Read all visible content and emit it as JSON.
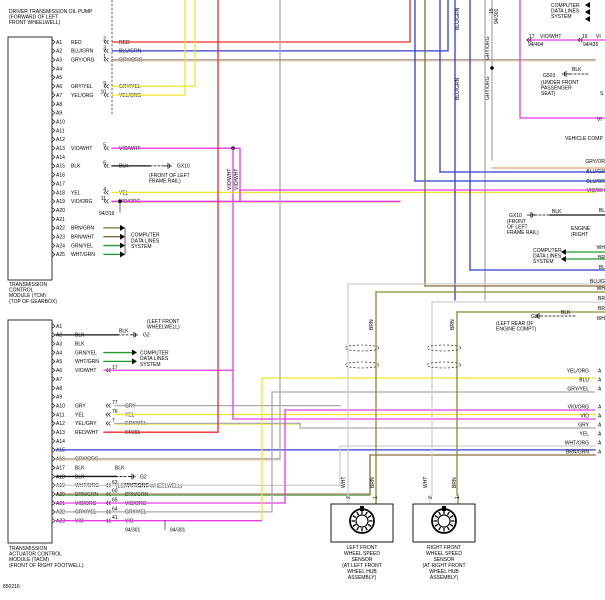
{
  "colors": {
    "RED": "#ef2a2a",
    "BLU": "#2f3fcf",
    "GRY": "#a9a9a9",
    "YEL": "#f2e52a",
    "VIO": "#e33ee3",
    "WHT": "#cfcfcf",
    "GRN": "#1e9a2c",
    "BRN": "#8a6a3a",
    "BLK": "#111111",
    "ORG": "#e4a36a",
    "OLIVE": "#8c8a2e"
  },
  "pump": [
    "DRIVER TRANSMISSION OIL PUMP",
    "(FORWARD OF LEFT",
    "FRONT WHEELWELL)"
  ],
  "tcm": {
    "label": [
      "TRANSMISSION",
      "CONTROL",
      "MODULE (TCM)",
      "(TOP OF GEARBOX)"
    ],
    "pins": [
      "A1",
      "A2",
      "A3",
      "A4",
      "A5",
      "A6",
      "A7",
      "A8",
      "A9",
      "A10",
      "A11",
      "A12",
      "A13",
      "A14",
      "A15",
      "A16",
      "A17",
      "A18",
      "A19",
      "A20",
      "A21",
      "A22",
      "A23",
      "A24",
      "A25"
    ],
    "wires": [
      {
        "pin": 0,
        "name": "RED",
        "num": "2",
        "color": "RED"
      },
      {
        "pin": 1,
        "name": "BLU/GRN",
        "num": "3",
        "color": "BLU"
      },
      {
        "pin": 2,
        "name": "GRY/ORG",
        "num": "1",
        "color": "GRY"
      },
      {
        "pin": 5,
        "name": "GRY/YEL",
        "num": "9",
        "color": "YEL"
      },
      {
        "pin": 6,
        "name": "YEL/ORG",
        "num": "10",
        "color": "YEL"
      },
      {
        "pin": 12,
        "name": "VIO/WHT",
        "num": "5",
        "color": "VIO"
      },
      {
        "pin": 14,
        "name": "BLK",
        "num": "6",
        "color": "BLK"
      },
      {
        "pin": 17,
        "name": "YEL",
        "num": "4",
        "color": "YEL"
      },
      {
        "pin": 18,
        "name": "VIO/ORG",
        "num": "11",
        "color": "VIO"
      }
    ],
    "left_text": [
      {
        "pin": 18,
        "text": "VIO/ORG"
      },
      {
        "pin": 21,
        "text": "BRN/GRN"
      },
      {
        "pin": 22,
        "text": "BRN/WHT"
      },
      {
        "pin": 23,
        "text": "GRN/YEL"
      },
      {
        "pin": 24,
        "text": "WHT/GRN"
      }
    ],
    "ref": "94/319",
    "gx_label": "GX10",
    "gx_note": [
      "(FRONT OF LEFT",
      "FRAME RAIL)"
    ],
    "data_lines": [
      "COMPUTER",
      "DATA LINES",
      "SYSTEM"
    ]
  },
  "tacm": {
    "label": [
      "TRANSMISSION",
      "ACTUATOR CONTROL",
      "MODULE (TACM)",
      "(FRONT OF RIGHT FOOTWELL)"
    ],
    "pins": [
      "A1",
      "A2",
      "A3",
      "A4",
      "A5",
      "A6",
      "A7",
      "A8",
      "A9",
      "A10",
      "A11",
      "A12",
      "A13",
      "A14",
      "A15",
      "A16",
      "A17",
      "A18",
      "A19",
      "A20",
      "A21",
      "A22",
      "A23"
    ],
    "names": {
      "1": "BLK",
      "2": "BLK",
      "3": "GRN/YEL",
      "4": "WHT/GRN",
      "5": "VIO/WHT",
      "9": "GRY",
      "10": "YEL",
      "11": "YEL/GRY",
      "12": "RED/WHT",
      "15": "GRY/ORG",
      "16": "BLK",
      "17": "BLK",
      "18": "WHT/ORG",
      "19": "BRN/GRN",
      "20": "VIO/ORG",
      "21": "GRY/YEL",
      "22": "VIO"
    },
    "nums": {
      "5": "17",
      "9": "77",
      "10": "76",
      "11": "7",
      "18": "62",
      "19": "60",
      "20": "65",
      "21": "64",
      "22": "41"
    },
    "right_names": {
      "9": "GRY",
      "10": "YEL",
      "11": "GRY/YEL",
      "12": "94/301",
      "18": "WHT/ORG",
      "19": "BRN/GRN",
      "20": "VIO/ORG",
      "21": "GRY/YEL",
      "22": "VIO",
      "23": "94/301"
    },
    "g2_label": "G2",
    "g2_note": [
      "(LEFT FRONT",
      "WHEELWELL)"
    ],
    "g2_note_b": "(LEFT FRONT WHEELWELL)"
  },
  "top": {
    "sys_box": [
      "COMPUTER",
      "DATA LINES",
      "SYSTEM"
    ],
    "ref_15": "15",
    "ref_94_301": "94/301",
    "vio_wht": "VIO/WHT",
    "n17": "17",
    "n19": "19",
    "ref_94_404": "94/404",
    "ref_94_435": "94/435",
    "vi": "VI",
    "g503": "G503",
    "g503_note": [
      "(UNDER FRONT",
      "PASSENGER",
      "SEAT)"
    ],
    "blk": "BLK",
    "s": "S",
    "vehicle_comp": "VEHICLE COMP"
  },
  "center": {
    "blu_grn": "BLU/GRN",
    "gry_org": "GRY/ORG",
    "vio_wht": "VIO/WHT",
    "gx10": "GX10",
    "gx10_note": [
      "(FRONT",
      "OF LEFT",
      "FRAME RAIL)"
    ],
    "blk": "BLK",
    "engine": "ENGINE",
    "engine_note": "(RIGHT",
    "data_lines": [
      "COMPUTER",
      "DATA LINES",
      "SYSTEM"
    ],
    "g3": "G3",
    "g3_note": [
      "(LEFT REAR OF",
      "ENGINE COMPT)"
    ],
    "brn": "BRN",
    "right_labels": [
      "GRY/OR",
      "BLU/GR",
      "BLU/OR",
      "VIO/WH",
      "BL",
      "WH",
      "BR",
      "BL",
      "BLU/G",
      "WH",
      "BR",
      "BR",
      "WH"
    ]
  },
  "bus": [
    {
      "label": "YEL/ORG",
      "pin": "A"
    },
    {
      "label": "BLU",
      "pin": "A"
    },
    {
      "label": "GRY/YEL",
      "pin": "A"
    },
    {
      "label": "VIO/ORG",
      "pin": "A"
    },
    {
      "label": "VIO",
      "pin": "A"
    },
    {
      "label": "GRY",
      "pin": "A"
    },
    {
      "label": "YEL",
      "pin": "A"
    },
    {
      "label": "WHT/ORG",
      "pin": "A"
    },
    {
      "label": "BRN/GRN",
      "pin": "A"
    }
  ],
  "left_sensor": {
    "label": [
      "LEFT FRONT",
      "WHEEL SPEED",
      "SENSOR",
      "(AT LEFT FRONT",
      "WHEEL HUB",
      "ASSEMBLY)"
    ],
    "wht": "WHT",
    "brn": "BRN",
    "p1": "1",
    "p2": "2"
  },
  "right_sensor": {
    "label": [
      "RIGHT FRONT",
      "WHEEL SPEED",
      "SENSOR",
      "(AT RIGHT FRONT",
      "WHEEL HUB",
      "ASSEMBLY)"
    ],
    "wht": "WHT",
    "brn": "BRN",
    "p1": "1",
    "p2": "2"
  },
  "diagram_id": "850216"
}
